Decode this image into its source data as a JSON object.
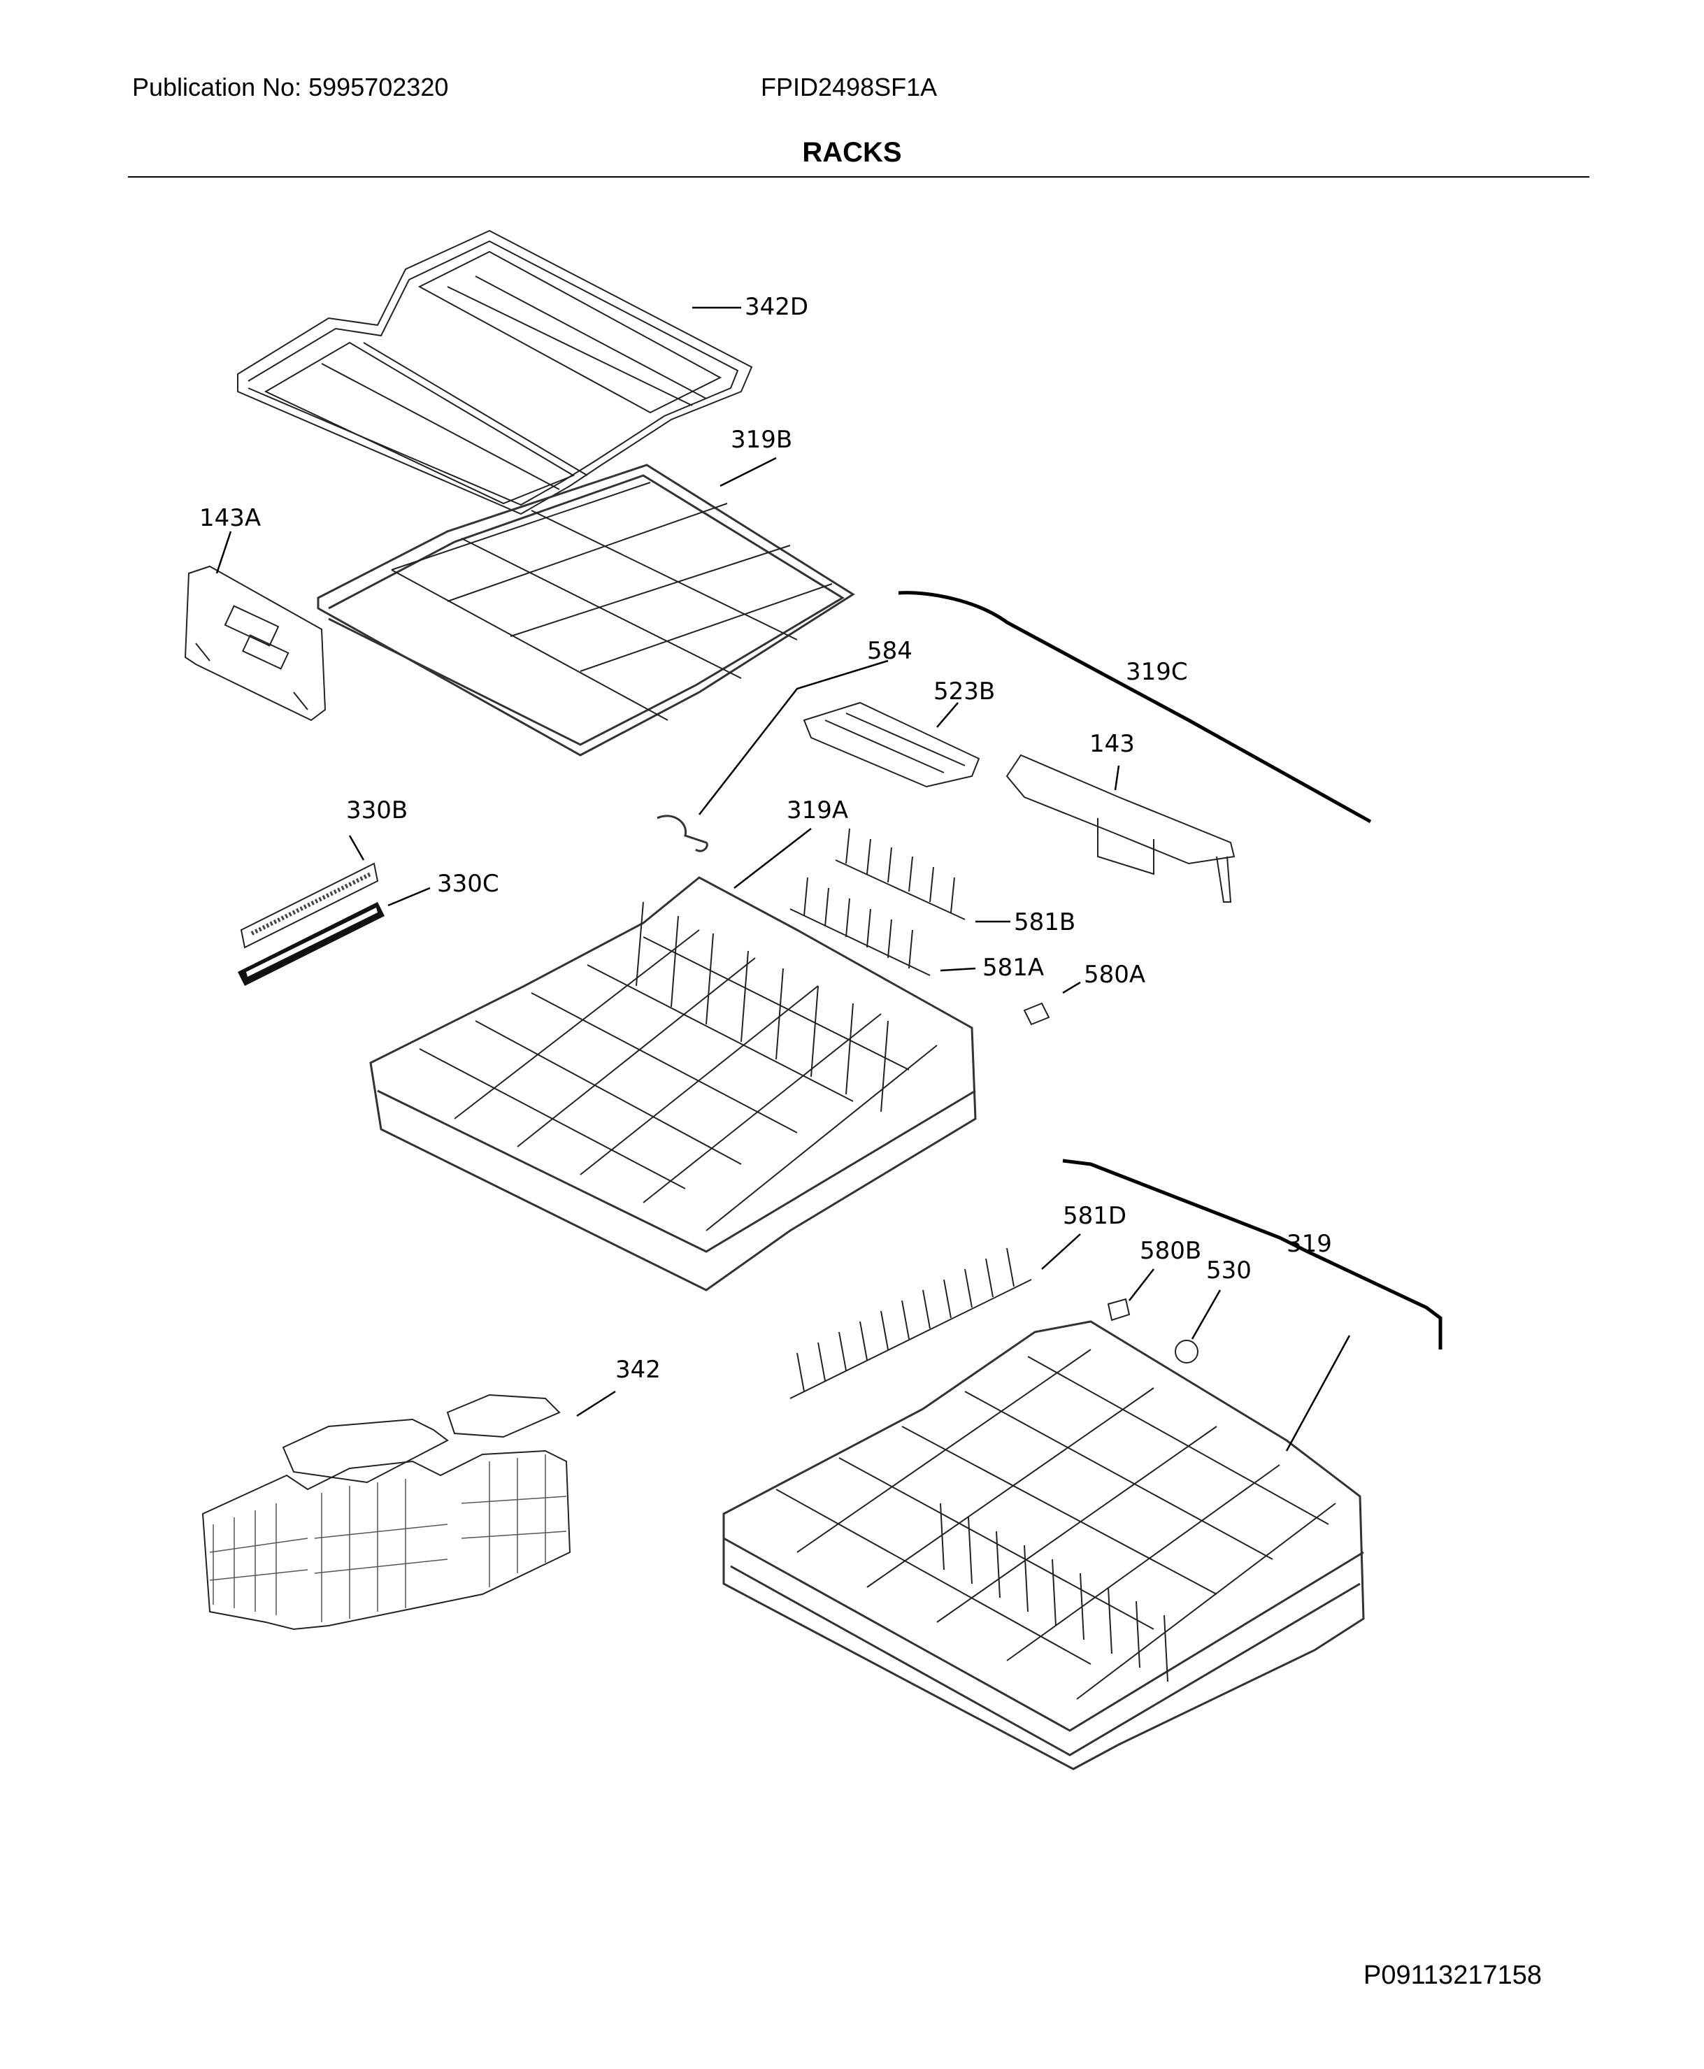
{
  "header": {
    "publication": "Publication No: 5995702320",
    "model": "FPID2498SF1A"
  },
  "title": "RACKS",
  "parts": {
    "p342D": "342D",
    "p319B": "319B",
    "p143A": "143A",
    "p319C": "319C",
    "p584": "584",
    "p523B": "523B",
    "p143": "143",
    "p330B": "330B",
    "p330C": "330C",
    "p319A": "319A",
    "p581B": "581B",
    "p581A": "581A",
    "p580A": "580A",
    "p581D": "581D",
    "p580B": "580B",
    "p530": "530",
    "p319": "319",
    "p342": "342"
  },
  "footer": {
    "code": "P09113217158"
  }
}
